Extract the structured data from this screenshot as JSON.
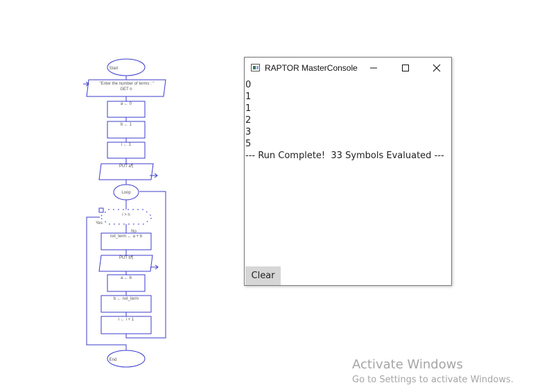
{
  "flowchart": {
    "start": "Start",
    "input_prompt": "\"Enter the number of terms : \"",
    "input_var": "GET n",
    "assign_a": "a ← 0",
    "assign_b": "b ← 1",
    "assign_i": "i ← 1",
    "put_a": "PUT a¶",
    "loop": "Loop",
    "condition": "i > n",
    "yes_label": "Yes",
    "no_label": "No",
    "next_term": "nxt_term ← a + b",
    "put_b": "PUT b¶",
    "a_gets_b": "a ← b",
    "b_gets_next": "b ← nxt_term",
    "increment": "i ← i + 1",
    "end": "End"
  },
  "console": {
    "title": "RAPTOR MasterConsole",
    "output_lines": [
      "0",
      "1",
      "1",
      "2",
      "3",
      "5",
      "--- Run Complete!  33 Symbols Evaluated ---"
    ],
    "clear_label": "Clear"
  },
  "watermark": {
    "title": "Activate Windows",
    "subtitle": "Go to Settings to activate Windows."
  }
}
